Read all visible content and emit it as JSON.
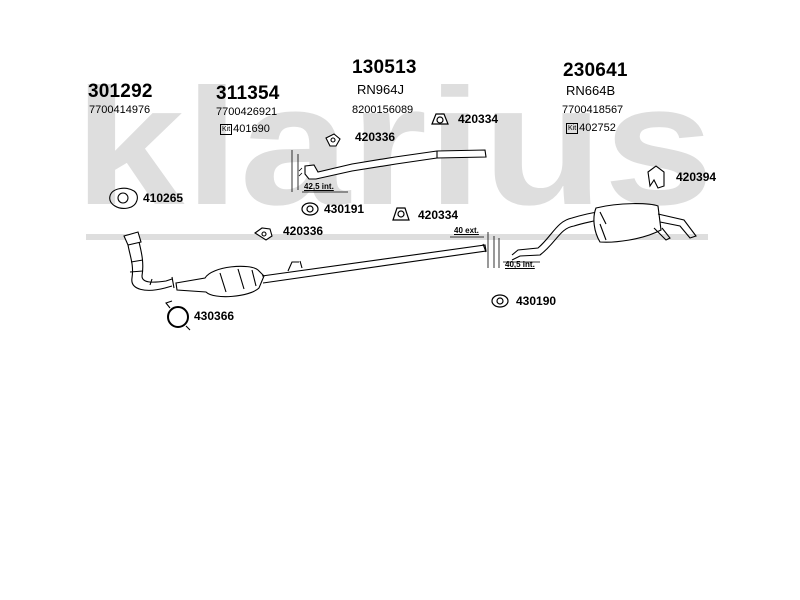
{
  "watermark": {
    "text": "klarius"
  },
  "groups": [
    {
      "id": "301292",
      "part_number": "301292",
      "oe_number": "7700414976"
    },
    {
      "id": "311354",
      "part_number": "311354",
      "oe_number": "7700426921",
      "kit_label": "Kit",
      "kit_number": "401690"
    },
    {
      "id": "130513",
      "part_number": "130513",
      "ref": "RN964J",
      "oe_number": "8200156089"
    },
    {
      "id": "230641",
      "part_number": "230641",
      "ref": "RN664B",
      "oe_number": "7700418567",
      "kit_label": "Kit",
      "kit_number": "402752"
    }
  ],
  "parts": [
    {
      "name": "gasket",
      "label": "410265"
    },
    {
      "name": "clamp",
      "label": "430366"
    },
    {
      "name": "bracket-a",
      "label": "420336"
    },
    {
      "name": "bracket-b",
      "label": "420336"
    },
    {
      "name": "rubber-mount-a",
      "label": "430191"
    },
    {
      "name": "rubber-mount-b",
      "label": "420334"
    },
    {
      "name": "rubber-mount-c",
      "label": "420334"
    },
    {
      "name": "rubber-mount-d",
      "label": "430190"
    },
    {
      "name": "rear-hanger",
      "label": "420394"
    }
  ],
  "dimensions": [
    {
      "name": "dim-42-5",
      "label": "42,5 int."
    },
    {
      "name": "dim-40",
      "label": "40 ext."
    },
    {
      "name": "dim-40-5",
      "label": "40,5 int."
    }
  ]
}
